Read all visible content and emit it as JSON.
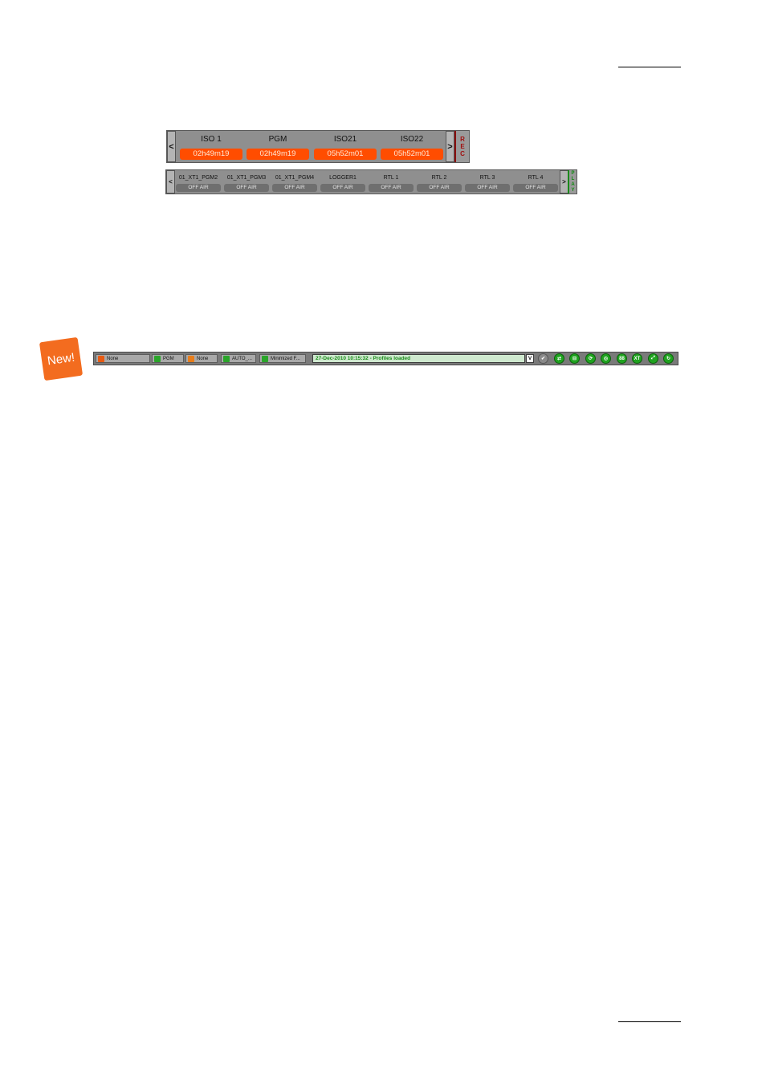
{
  "recorders": {
    "channels": [
      {
        "name": "ISO 1",
        "value": "02h49m19"
      },
      {
        "name": "PGM",
        "value": "02h49m19"
      },
      {
        "name": "ISO21",
        "value": "05h52m01"
      },
      {
        "name": "ISO22",
        "value": "05h52m01"
      }
    ],
    "left_arrow": "<",
    "right_arrow": ">",
    "tag_letters": [
      "R",
      "E",
      "C"
    ]
  },
  "players": {
    "channels": [
      {
        "name": "01_XT1_PGM2",
        "value": "OFF AIR"
      },
      {
        "name": "01_XT1_PGM3",
        "value": "OFF AIR"
      },
      {
        "name": "01_XT1_PGM4",
        "value": "OFF AIR"
      },
      {
        "name": "LOGGER1",
        "value": "OFF AIR"
      },
      {
        "name": "RTL 1",
        "value": "OFF AIR"
      },
      {
        "name": "RTL 2",
        "value": "OFF AIR"
      },
      {
        "name": "RTL 3",
        "value": "OFF AIR"
      },
      {
        "name": "RTL 4",
        "value": "OFF AIR"
      }
    ],
    "left_arrow": "<",
    "right_arrow": ">",
    "tag_letters": [
      "P",
      "L",
      "A",
      "Y"
    ]
  },
  "badge": {
    "text": "New!"
  },
  "toolbar": {
    "buttons": [
      {
        "label": "None",
        "icon": "play-icon"
      },
      {
        "label": "PGM",
        "icon": "green-box-icon"
      },
      {
        "label": "None",
        "icon": "person-icon"
      },
      {
        "label": "AUTO_...",
        "icon": "green-box-icon"
      },
      {
        "label": "Minimized F...",
        "icon": "check-icon"
      }
    ],
    "status": "27-Dec-2010 10:15:32 - Profiles loaded",
    "dropdown_label": "V",
    "right_icons": [
      "⇄",
      "⊟",
      "⟳",
      "◎",
      "88",
      "XT",
      "⤢",
      "↻"
    ]
  }
}
